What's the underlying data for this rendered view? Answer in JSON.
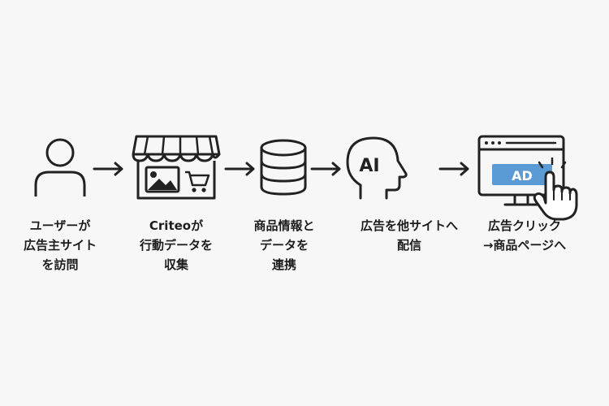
{
  "steps": [
    {
      "id": "visit",
      "icon": "user-icon",
      "lines": [
        "ユーザーが",
        "広告主サイト",
        "を訪問"
      ]
    },
    {
      "id": "collect",
      "icon": "storefront-icon",
      "lines": [
        "Criteoが",
        "行動データを",
        "収集"
      ]
    },
    {
      "id": "link",
      "icon": "database-icon",
      "lines": [
        "商品情報と",
        "データを",
        "連携"
      ]
    },
    {
      "id": "deliver",
      "icon": "ai-head-icon",
      "icon_text": "AI",
      "lines": [
        "広告を他サイトへ",
        "配信"
      ]
    },
    {
      "id": "click",
      "icon": "monitor-ad-click-icon",
      "icon_text": "AD",
      "lines": [
        "広告クリック",
        "→商品ページへ"
      ]
    }
  ],
  "colors": {
    "stroke": "#222222",
    "ad_banner": "#5b9bd5",
    "background": "#f7f7f7"
  }
}
